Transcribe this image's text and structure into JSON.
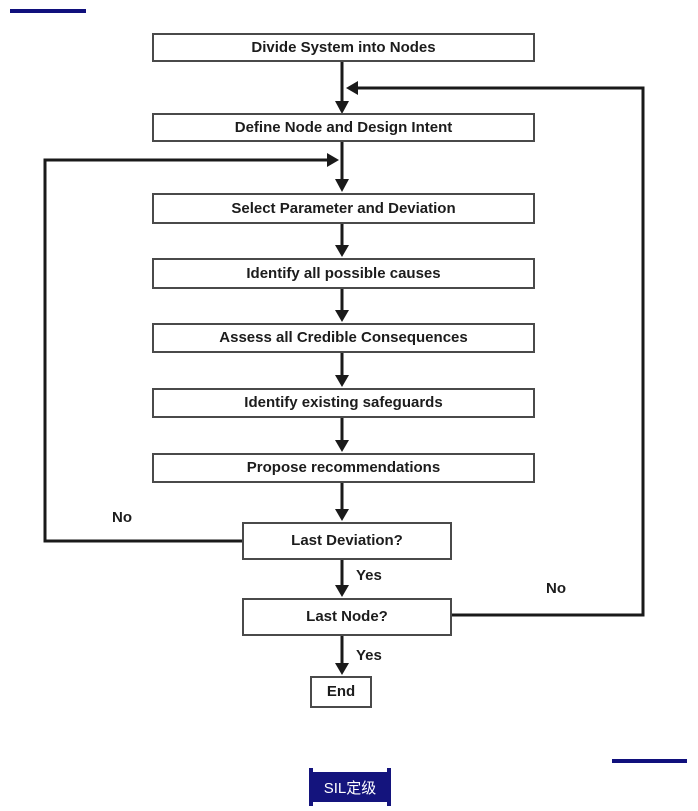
{
  "colors": {
    "background": "#ffffff",
    "connector_line": "#1a1a1a",
    "node_border": "#4a4a4a",
    "node_text": "#1c1c1c",
    "accent_navy": "#10107c",
    "badge_background": "#14147d",
    "badge_text": "#ffffff"
  },
  "flowchart": {
    "nodes": [
      {
        "id": "divide-system",
        "label": "Divide System into Nodes"
      },
      {
        "id": "define-node",
        "label": "Define Node and Design Intent"
      },
      {
        "id": "select-parameter",
        "label": "Select Parameter and Deviation"
      },
      {
        "id": "identify-causes",
        "label": "Identify all possible causes"
      },
      {
        "id": "assess-consequences",
        "label": "Assess all Credible Consequences"
      },
      {
        "id": "identify-safeguards",
        "label": "Identify existing safeguards"
      },
      {
        "id": "propose-recommendations",
        "label": "Propose recommendations"
      },
      {
        "id": "last-deviation",
        "label": "Last Deviation?"
      },
      {
        "id": "last-node",
        "label": "Last Node?"
      },
      {
        "id": "end",
        "label": "End"
      }
    ],
    "edge_labels": {
      "last_deviation_no": "No",
      "last_deviation_yes": "Yes",
      "last_node_no": "No",
      "last_node_yes": "Yes"
    },
    "edges": [
      {
        "from": "divide-system",
        "to": "define-node"
      },
      {
        "from": "define-node",
        "to": "select-parameter"
      },
      {
        "from": "select-parameter",
        "to": "identify-causes"
      },
      {
        "from": "identify-causes",
        "to": "assess-consequences"
      },
      {
        "from": "assess-consequences",
        "to": "identify-safeguards"
      },
      {
        "from": "identify-safeguards",
        "to": "propose-recommendations"
      },
      {
        "from": "propose-recommendations",
        "to": "last-deviation"
      },
      {
        "from": "last-deviation",
        "to": "last-node",
        "label": "Yes"
      },
      {
        "from": "last-deviation",
        "to": "select-parameter",
        "label": "No",
        "route": "left-loop"
      },
      {
        "from": "last-node",
        "to": "end",
        "label": "Yes"
      },
      {
        "from": "last-node",
        "to": "define-node",
        "label": "No",
        "route": "right-loop"
      }
    ]
  },
  "footer": {
    "badge_label": "SIL定级"
  }
}
